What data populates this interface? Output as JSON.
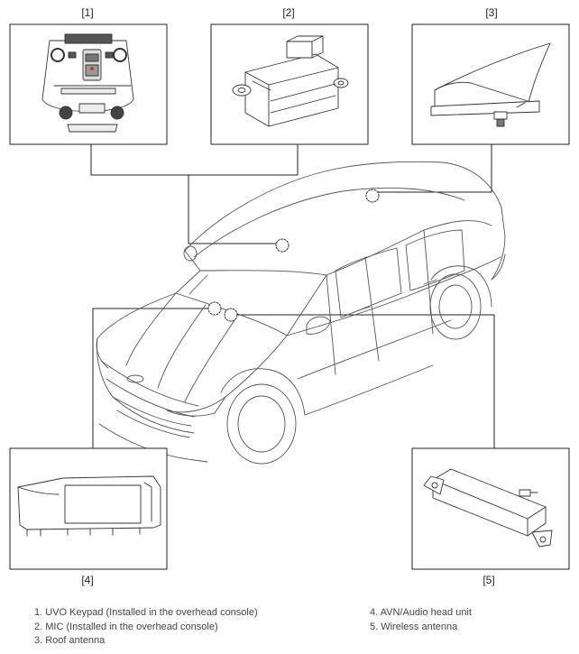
{
  "callouts": {
    "c1": "[1]",
    "c2": "[2]",
    "c3": "[3]",
    "c4": "[4]",
    "c5": "[5]"
  },
  "legend": {
    "item1": "1. UVO Keypad (Installed in the overhead console)",
    "item2": "2. MIC (Installed in the overhead console)",
    "item3": "3. Roof antenna",
    "item4": "4. AVN/Audio head unit",
    "item5": "5. Wireless antenna"
  }
}
